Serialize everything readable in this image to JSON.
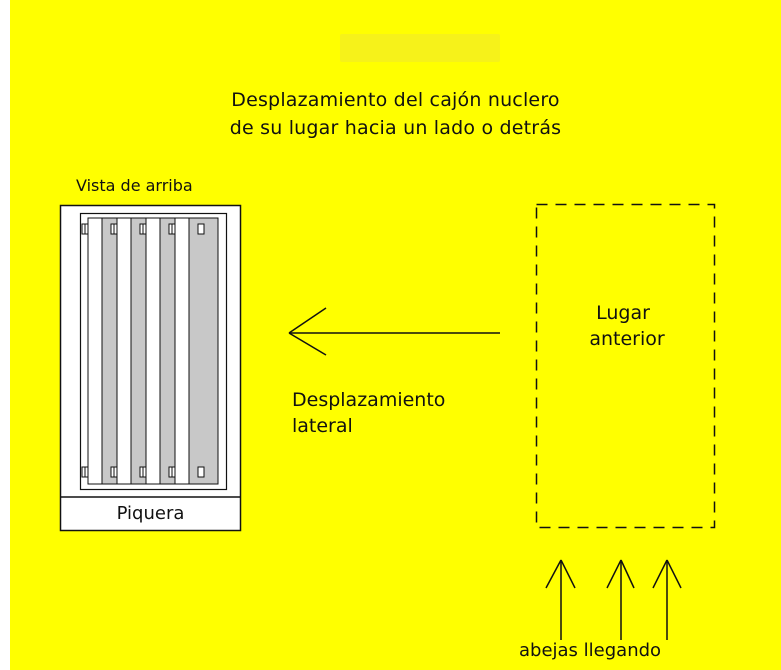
{
  "title_line1": "Desplazamiento del cajón nuclero",
  "title_line2": "de su lugar hacia un lado o detrás",
  "hive": {
    "view_label": "Vista de arriba",
    "entrance_label": "Piquera"
  },
  "arrow_label": {
    "line1": "Desplazamiento",
    "line2": "lateral"
  },
  "previous_place": {
    "line1": "Lugar",
    "line2": "anterior"
  },
  "bees_label": "abejas llegando",
  "colors": {
    "background": "#ffff00",
    "frame_gray": "#c8c8c8",
    "line": "#111111",
    "faint_blob": "#f6f21a"
  }
}
